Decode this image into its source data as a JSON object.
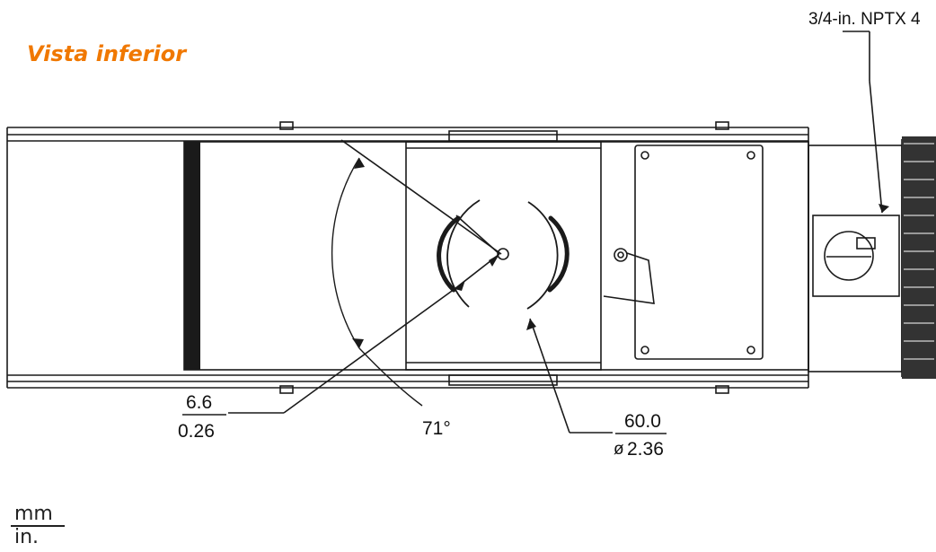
{
  "title": "Vista inferior",
  "colors": {
    "title": "#f07800",
    "line": "#1a1a1a"
  },
  "dimensions": {
    "slot_width": {
      "value_mm": "6.6",
      "value_in": "0.26"
    },
    "arc_angle": {
      "value": "71°"
    },
    "diameter": {
      "value_mm": "60.0",
      "value_in": "2.36",
      "symbol": "ø"
    },
    "fitting": {
      "label": "3/4-in. NPTX 4"
    }
  },
  "units": {
    "top": "mm",
    "bottom": "in."
  }
}
